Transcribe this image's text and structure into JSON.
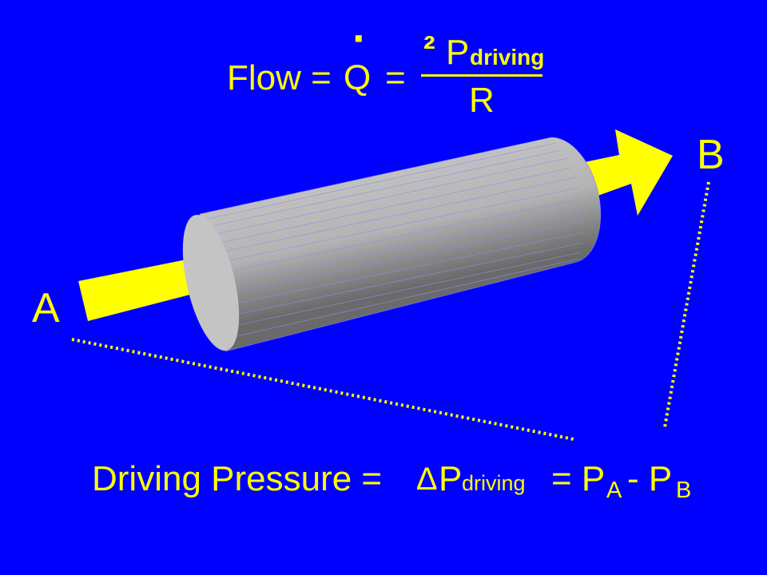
{
  "formula": {
    "flow": "Flow =",
    "q": "Q",
    "dot": "·",
    "equals": "=",
    "numerator_symbol": "²",
    "numerator_p": "P",
    "numerator_sub": "driving",
    "denominator": "R"
  },
  "labels": {
    "a": "A",
    "b": "B"
  },
  "driving_pressure": {
    "lead": "Driving Pressure =",
    "delta": "∆",
    "p": "P",
    "sub": "driving",
    "equals_pa": "= P",
    "sub_a": "A",
    "minus_p": "- P",
    "sub_b": "B"
  },
  "colors": {
    "background": "#0000ff",
    "text": "#ffff00",
    "arrow": "#ffff00",
    "tube": "#a8a8a8"
  }
}
